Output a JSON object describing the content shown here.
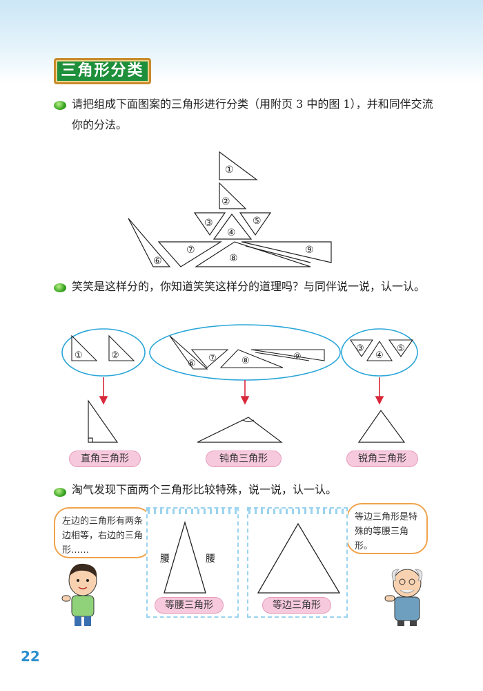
{
  "title": "三角形分类",
  "section1": {
    "text": "请把组成下面图案的三角形进行分类（用附页 3 中的图 1），并和同伴交流你的分法。"
  },
  "figure_labels": [
    "①",
    "②",
    "③",
    "④",
    "⑤",
    "⑥",
    "⑦",
    "⑧",
    "⑨"
  ],
  "section2": {
    "text": "笑笑是这样分的，你知道笑笑这样分的道理吗？与同伴说一说，认一认。"
  },
  "groups": {
    "left": [
      "①",
      "②"
    ],
    "middle": [
      "⑥",
      "⑦",
      "⑧",
      "⑨"
    ],
    "right": [
      "③",
      "④",
      "⑤"
    ]
  },
  "categories": {
    "right": "直角三角形",
    "obtuse": "钝角三角形",
    "acute": "锐角三角形"
  },
  "section3": {
    "text": "淘气发现下面两个三角形比较特殊，说一说，认一认。"
  },
  "bubble_left": "左边的三角形有两条边相等，右边的三角形……",
  "bubble_right": "等边三角形是特殊的等腰三角形。",
  "isosceles": {
    "leg_left": "腰",
    "leg_right": "腰",
    "label": "等腰三角形"
  },
  "equilateral": {
    "label": "等边三角形"
  },
  "page_number": "22",
  "colors": {
    "title_bg": "#1e8f3a",
    "ellipse": "#2aa6d8",
    "arrow": "#d9283a",
    "pill": "#f7c9dc"
  }
}
